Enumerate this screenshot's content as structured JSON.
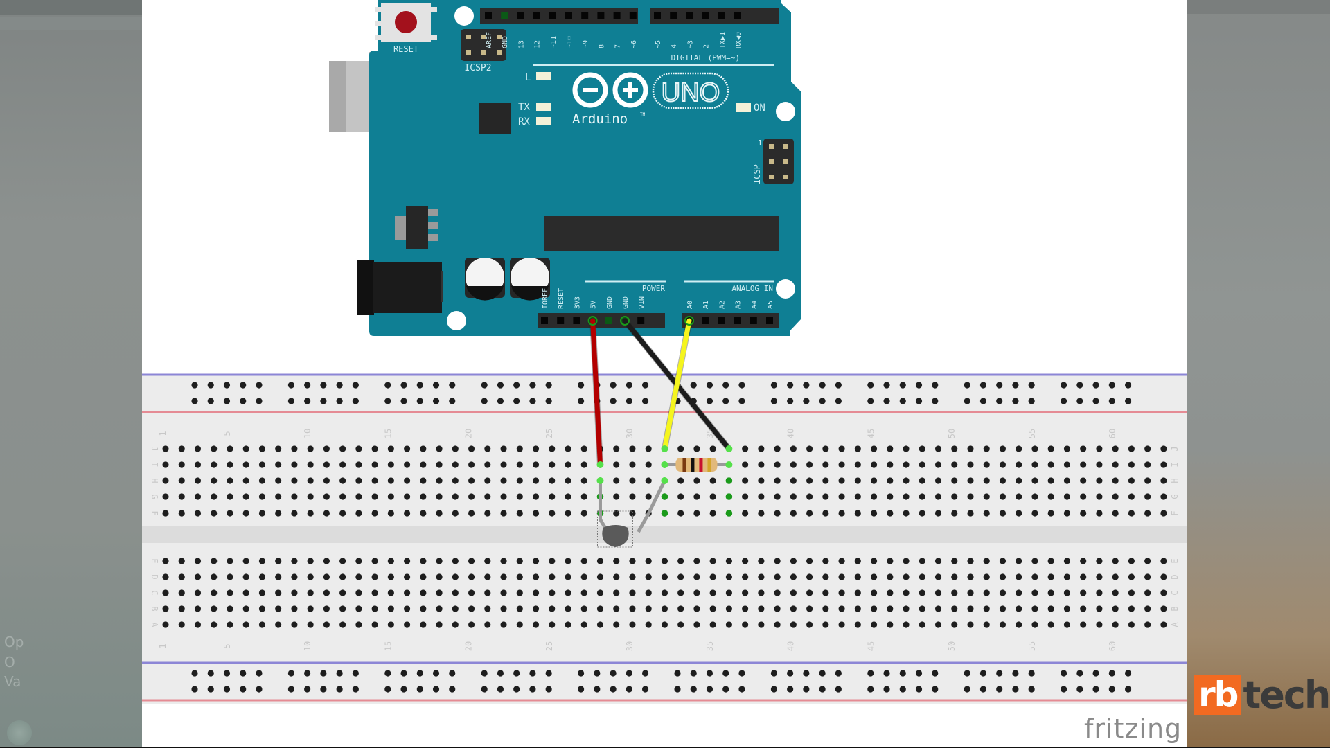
{
  "background": {
    "left_ghost_text": [
      "Op",
      "O",
      "Va"
    ]
  },
  "arduino": {
    "reset_label": "RESET",
    "icsp2_label": "ICSP2",
    "icsp_label": "ICSP",
    "icsp_pin1": "1",
    "logo_text": "Arduino",
    "trademark": "TM",
    "model": "UNO",
    "led_l": "L",
    "led_tx": "TX",
    "led_rx": "RX",
    "led_on": "ON",
    "digital_label": "DIGITAL (PWM=~)",
    "digital_pins": [
      "AREF",
      "GND",
      "13",
      "12",
      "~11",
      "~10",
      "~9",
      "8",
      "7",
      "~6",
      "~5",
      "4",
      "~3",
      "2",
      "TX▶1",
      "RX◀0"
    ],
    "power_label": "POWER",
    "power_pins": [
      "IOREF",
      "RESET",
      "3V3",
      "5V",
      "GND",
      "GND",
      "VIN"
    ],
    "analog_label": "ANALOG IN",
    "analog_pins": [
      "A0",
      "A1",
      "A2",
      "A3",
      "A4",
      "A5"
    ],
    "colors": {
      "board": "#0f7f94",
      "reset_button": "#a3111c",
      "header": "#2b2b2b"
    }
  },
  "breadboard": {
    "columns": 63,
    "column_labels": [
      "1",
      "5",
      "10",
      "15",
      "20",
      "25",
      "30",
      "35",
      "40",
      "45",
      "50",
      "55",
      "60"
    ],
    "top_rows": [
      "J",
      "I",
      "H",
      "G",
      "F"
    ],
    "bottom_rows": [
      "E",
      "D",
      "C",
      "B",
      "A"
    ],
    "colors": {
      "blue_rail": "#8c86d6",
      "red_rail": "#e58b94",
      "body": "#ececec"
    }
  },
  "circuit": {
    "wires": [
      {
        "name": "red-wire",
        "from": "5V",
        "to": "I-28",
        "color": "#b30000"
      },
      {
        "name": "black-wire",
        "from": "GND",
        "to": "J-36",
        "color": "#1c1c1c"
      },
      {
        "name": "yellow-wire",
        "from": "A0",
        "to": "J-32",
        "color": "#f5f51e"
      }
    ],
    "resistor": {
      "from": "I-32",
      "to": "I-36",
      "bands": [
        "#7a3a12",
        "#111111",
        "#c8102e",
        "#d4a52a"
      ]
    },
    "thermistor": {
      "leg1": "H-28",
      "leg2": "H-32"
    }
  },
  "watermark": {
    "brand_rb": "rb",
    "brand_tech": "tech",
    "fritzing": "fritzing"
  }
}
